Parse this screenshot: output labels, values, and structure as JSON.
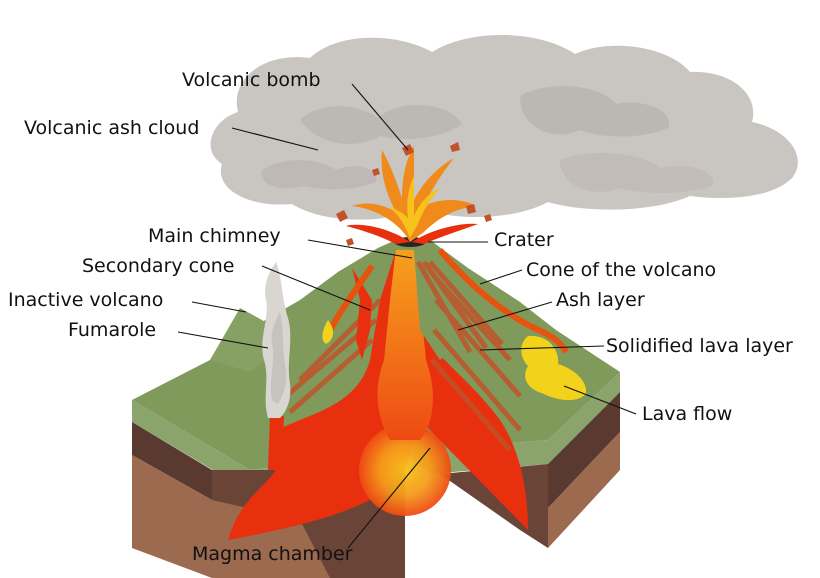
{
  "labels": {
    "volcanic_bomb": "Volcanic bomb",
    "volcanic_ash_cloud": "Volcanic ash cloud",
    "main_chimney": "Main chimney",
    "secondary_cone": "Secondary cone",
    "inactive_volcano": "Inactive volcano",
    "fumarole": "Fumarole",
    "crater": "Crater",
    "cone_of_the_volcano": "Cone of the volcano",
    "ash_layer": "Ash layer",
    "solidified_lava_layer": "Solidified lava layer",
    "lava_flow": "Lava flow",
    "magma_chamber": "Magma chamber"
  },
  "colors": {
    "ash_cloud": "#c8c4bf",
    "cone_green": "#7f9a5a",
    "ground_green": "#8fa66a",
    "strata_brown": "#6b4438",
    "strata_dark": "#52352d",
    "strata_light": "#9c6a4e",
    "magma_red": "#e8300f",
    "magma_orange": "#f57a18",
    "magma_yellow": "#f7c21b",
    "lava_flow_yellow": "#f2d21a"
  }
}
